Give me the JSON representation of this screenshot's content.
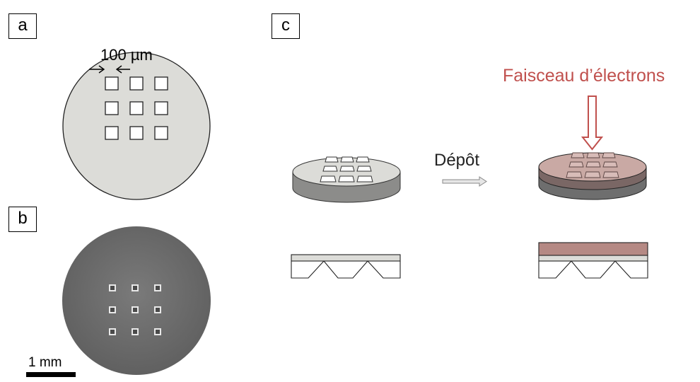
{
  "panels": {
    "a": "a",
    "b": "b",
    "c": "c"
  },
  "annotations": {
    "dimension": "100 µm",
    "scale_bar": "1 mm",
    "deposition": "Dépôt",
    "electron_beam": "Faisceau d’électrons"
  },
  "colors": {
    "membrane": "#dcdcd8",
    "frame": "#b0b0ae",
    "tem_disc": "#6f6f6f",
    "coating": "#b58984",
    "beam_text": "#c0504d",
    "beam_arrow": "#c0504d"
  },
  "icons": {
    "dimension_arrows": "arrow-pair-icon",
    "deposition_arrow": "right-arrow-icon",
    "beam_arrow": "down-arrow-icon"
  }
}
